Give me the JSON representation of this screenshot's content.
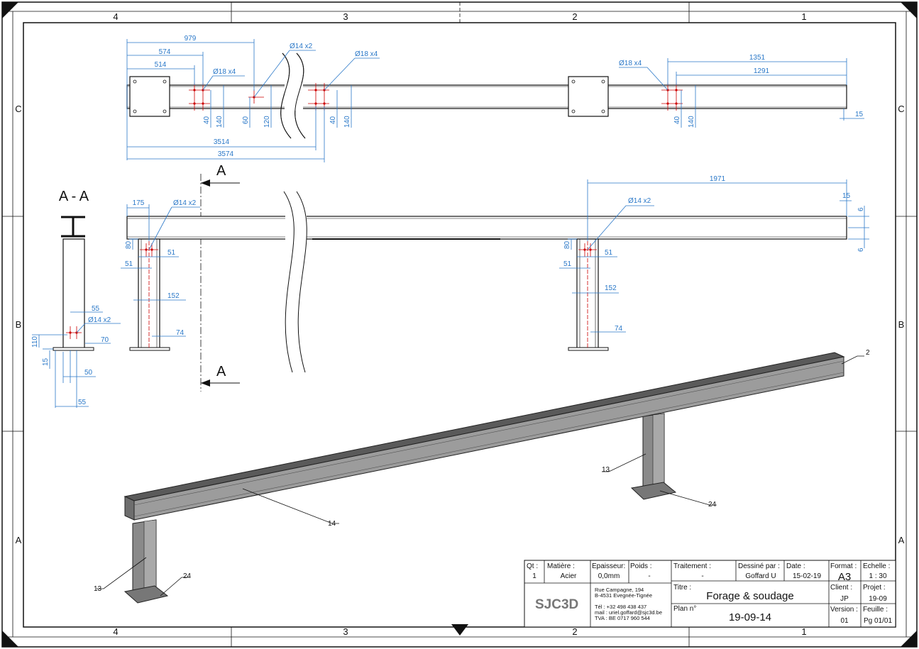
{
  "zones": {
    "columns": [
      "4",
      "3",
      "2",
      "1"
    ],
    "rows": [
      "C",
      "B",
      "A"
    ]
  },
  "top_view": {
    "dims": [
      "979",
      "574",
      "514",
      "Ø14 x2",
      "Ø18 x4",
      "Ø18 x4",
      "Ø18 x4",
      "1351",
      "1291",
      "40",
      "140",
      "60",
      "120",
      "40",
      "140",
      "40",
      "140",
      "15",
      "3514",
      "3574"
    ]
  },
  "front_view": {
    "section_marker": "A",
    "dims": [
      "1971",
      "15",
      "175",
      "Ø14 x2",
      "Ø14 x2",
      "6",
      "6",
      "80",
      "51",
      "51",
      "152",
      "74",
      "80",
      "51",
      "51",
      "152",
      "74"
    ]
  },
  "section": {
    "title": "A - A",
    "dims": [
      "55",
      "Ø14 x2",
      "110",
      "70",
      "15",
      "50",
      "55"
    ]
  },
  "balloons": [
    "2",
    "13",
    "14",
    "13",
    "24",
    "24"
  ],
  "title_block": {
    "qt_label": "Qt :",
    "qt_value": "1",
    "matiere_label": "Matière :",
    "matiere_value": "Acier",
    "epaisseur_label": "Epaisseur:",
    "epaisseur_value": "0,0mm",
    "poids_label": "Poids :",
    "poids_value": "-",
    "traitement_label": "Traitement :",
    "traitement_value": "-",
    "dessine_label": "Dessiné par :",
    "dessine_value": "Goffard U",
    "date_label": "Date :",
    "date_value": "15-02-19",
    "format_label": "Format :",
    "format_value": "A3",
    "echelle_label": "Echelle :",
    "echelle_value": "1 : 30",
    "titre_label": "Titre :",
    "titre_value": "Forage & soudage",
    "client_label": "Client :",
    "client_value": "JP",
    "projet_label": "Projet :",
    "projet_value": "19-09",
    "plan_label": "Plan n°",
    "plan_value": "19-09-14",
    "version_label": "Version :",
    "version_value": "01",
    "feuille_label": "Feuille :",
    "feuille_value": "Pg 01/01",
    "logo_text": "SJC3D",
    "address_line1": "Rue Campagne, 194",
    "address_line2": "B-4531 Evegnée-Tignée",
    "tel": "Tél : +32 498 438 437",
    "mail": "mail : uriel.goffard@sjc3d.be",
    "tva": "TVA : BE 0717 960 544"
  }
}
